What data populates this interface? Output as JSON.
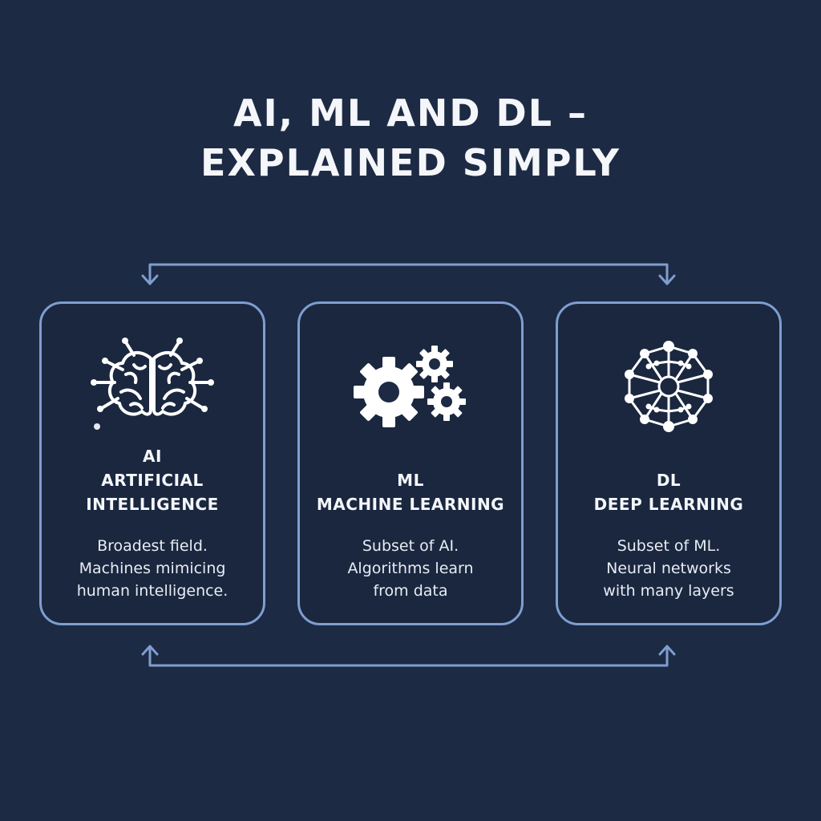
{
  "title": {
    "line1": "AI, ML AND DL –",
    "line2": "EXPLAINED SIMPLY"
  },
  "colors": {
    "background": "#1d2a44",
    "card_border": "#7f9ecf",
    "connector": "#7f9ecf",
    "text": "#f4f6fa"
  },
  "cards": [
    {
      "abbr": "AI",
      "name": "ARTIFICIAL\nINTELLIGENCE",
      "description": "Broadest field.\nMachines mimicing\nhuman intelligence.",
      "icon": "brain-icon"
    },
    {
      "abbr": "ML",
      "name": "MACHINE LEARNING",
      "description": "Subset of AI.\nAlgorithms learn\nfrom data",
      "icon": "gears-icon"
    },
    {
      "abbr": "DL",
      "name": "DEEP LEARNING",
      "description": "Subset of ML.\nNeural networks\nwith many layers",
      "icon": "neural-network-icon"
    }
  ]
}
